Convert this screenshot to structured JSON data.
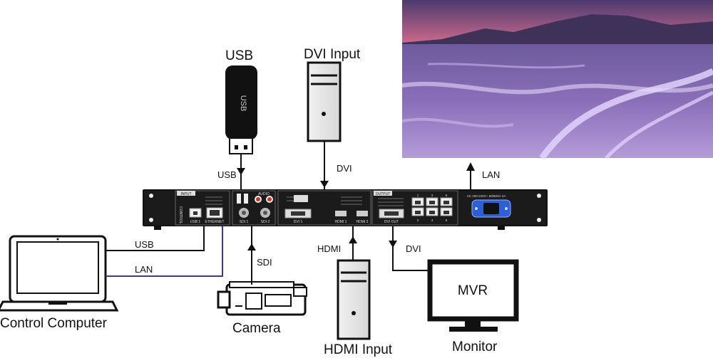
{
  "devices": {
    "usb_stick": {
      "label": "USB",
      "body_text": "USB"
    },
    "dvi_source": {
      "label": "DVI Input"
    },
    "hdmi_source": {
      "label": "HDMI Input"
    },
    "control_computer": {
      "label": "Control Computer"
    },
    "camera": {
      "label": "Camera"
    },
    "monitor": {
      "label": "Monitor",
      "screen_text": "MVR"
    },
    "led_screen": {
      "content": "landscape photo"
    }
  },
  "connections": {
    "usb_to_processor": "USB",
    "dvi_to_processor": "DVI",
    "processor_to_screen": "LAN",
    "computer_usb": "USB",
    "computer_lan": "LAN",
    "camera_sdi": "SDI",
    "hdmi_to_processor": "HDMI",
    "processor_to_monitor": "DVI"
  },
  "processor_panel": {
    "input_tag": "INPUT",
    "output_tag": "OUTPUT",
    "control_tag": "CONTROL",
    "usb_port": "USB 1",
    "ethernet_port": "ETHERNET",
    "audio_port": "AUDIO",
    "sdi_ports": [
      "SDI 1",
      "SDI 2"
    ],
    "dvi_in_port": "DVI 1",
    "hdmi_ports": [
      "HDMI 1",
      "HDMI 2"
    ],
    "dvi_out_port": "DVI OUT",
    "ethernet_outputs_top": [
      "1",
      "3",
      "5"
    ],
    "ethernet_outputs_bottom": [
      "2",
      "4",
      "6"
    ],
    "power_label": "AC 100-240V~ 50/60Hz 2A"
  },
  "colors": {
    "lan_cable": "#3b3b8c",
    "cable": "#111111",
    "device_body": "#111111",
    "power_socket": "#2f5fd6"
  }
}
